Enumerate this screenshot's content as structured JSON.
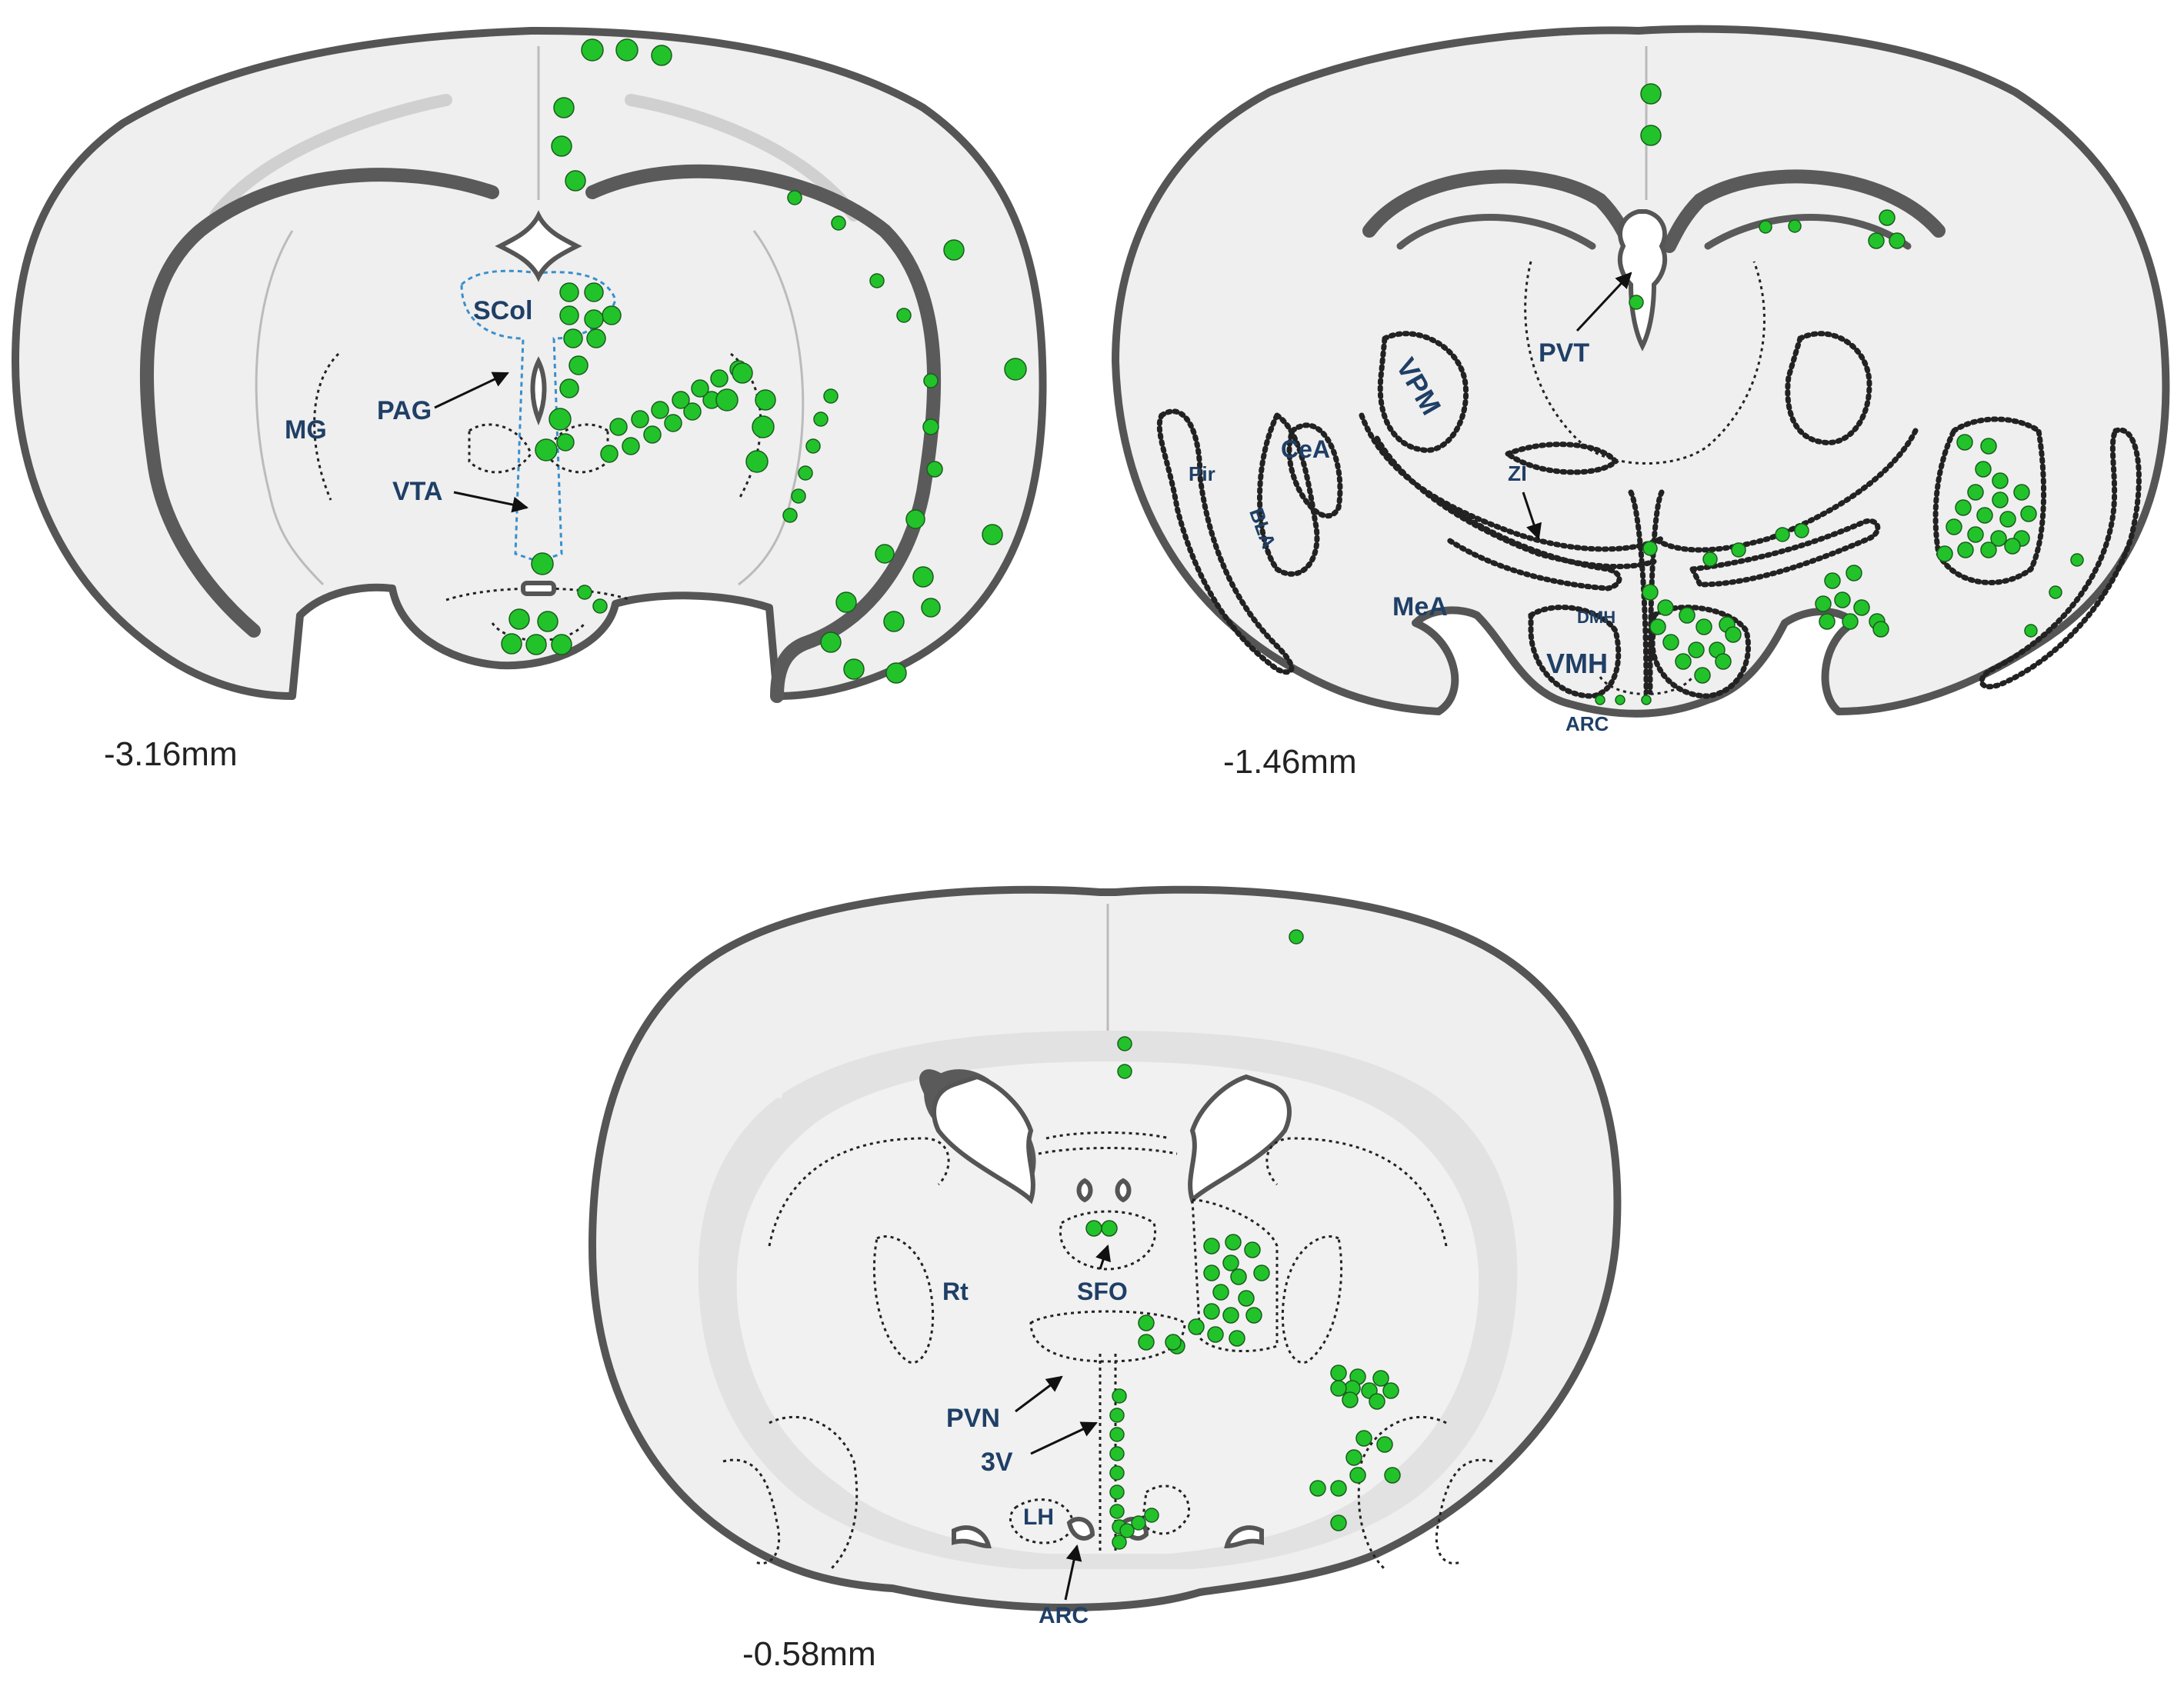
{
  "marker_color": "#22c32a",
  "label_color": "#1f3f66",
  "panels": [
    {
      "id": "panel-a",
      "level": "-3.16mm",
      "labels": [
        "SCol",
        "PAG",
        "MG",
        "VTA"
      ]
    },
    {
      "id": "panel-b",
      "level": "-1.46mm",
      "labels": [
        "PVT",
        "VPM",
        "CeA",
        "Pir",
        "BLA",
        "ZI",
        "MeA",
        "DMH",
        "VMH",
        "ARC"
      ]
    },
    {
      "id": "panel-c",
      "level": "-0.58mm",
      "labels": [
        "Rt",
        "SFO",
        "PVN",
        "3V",
        "LH",
        "ARC"
      ]
    }
  ]
}
